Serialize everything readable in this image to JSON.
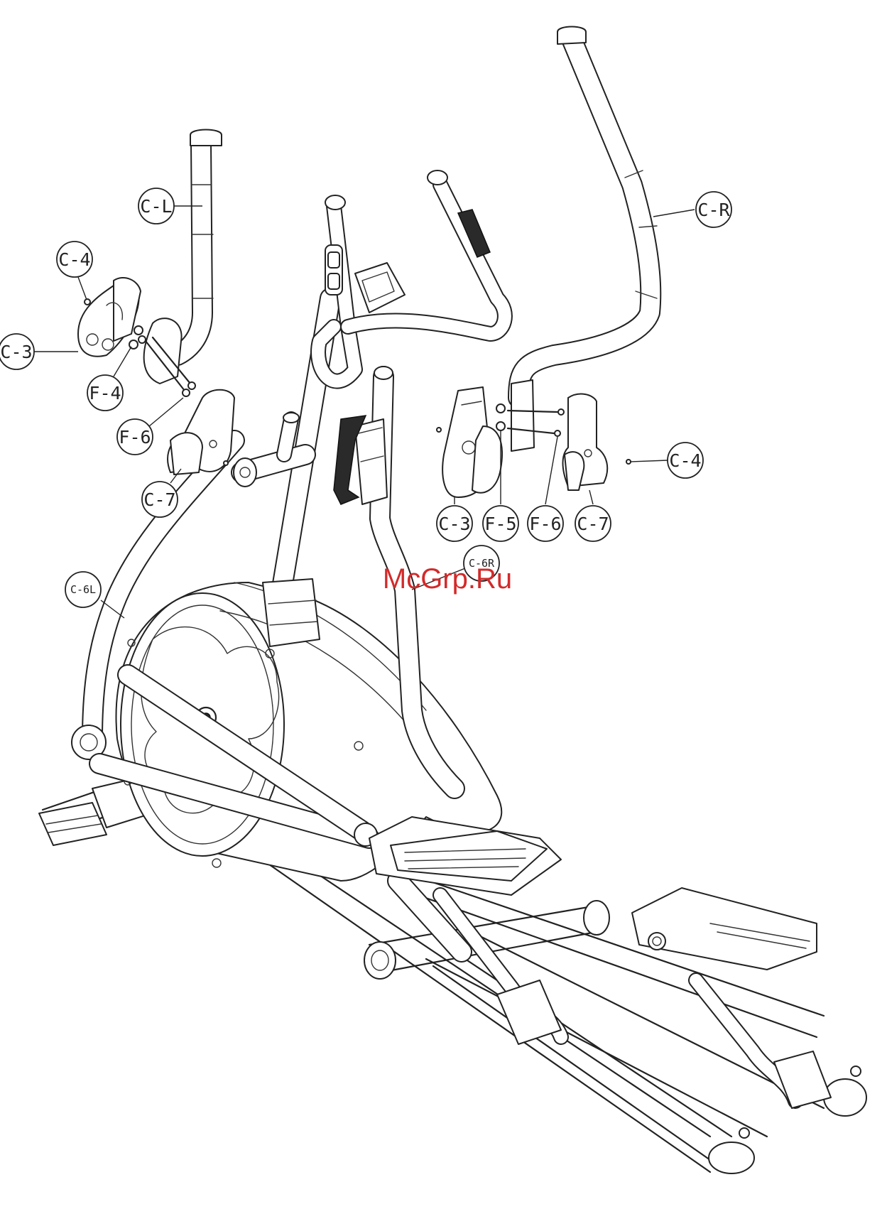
{
  "watermark": "McGrp.Ru",
  "labels": {
    "c_l": "C-L",
    "c_r": "C-R",
    "c4_left": "C-4",
    "c3_left": "C-3",
    "f4": "F-4",
    "f6_left": "F-6",
    "c7_left": "C-7",
    "c4_right": "C-4",
    "c3_right": "C-3",
    "f5": "F-5",
    "f6_right": "F-6",
    "c7_right": "C-7",
    "c6l": "C-6L",
    "c6r": "C-6R"
  }
}
